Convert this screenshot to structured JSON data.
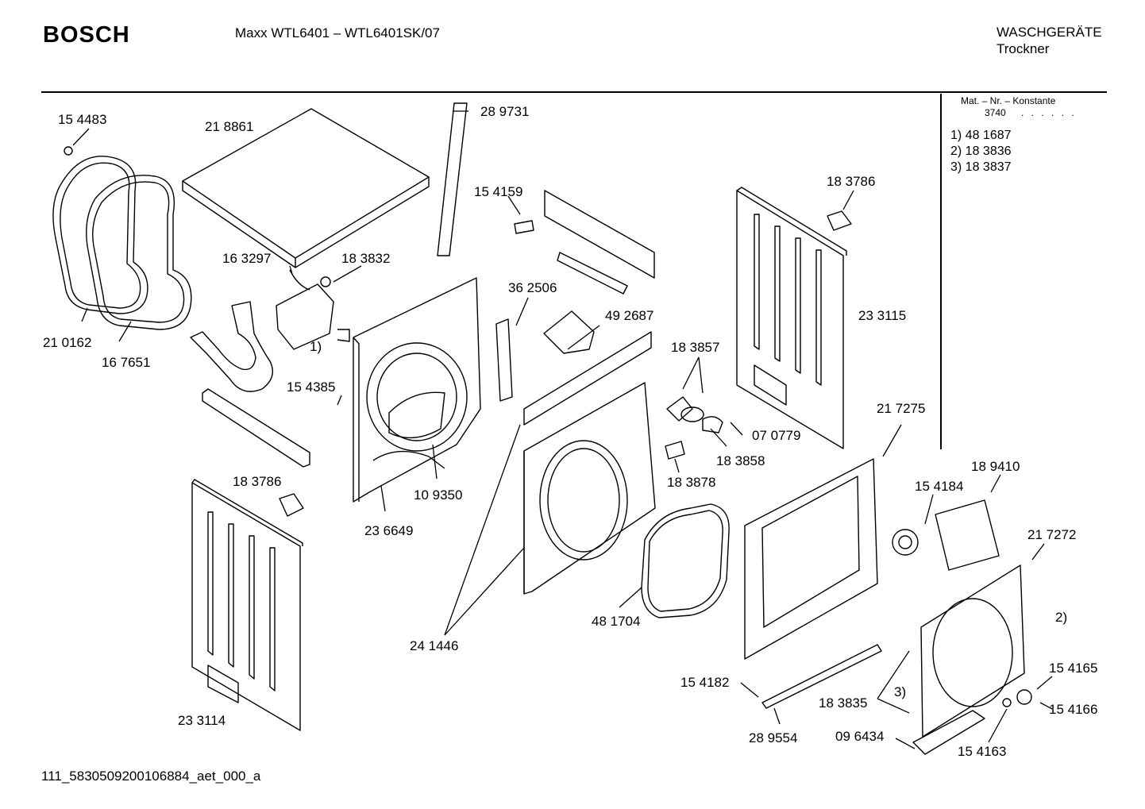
{
  "header": {
    "brand": "BOSCH",
    "model": "Maxx WTL6401 – WTL6401SK/07",
    "category_line1": "WASCHGERÄTE",
    "category_line2": "Trockner"
  },
  "info_box": {
    "title": "Mat. – Nr. – Konstante",
    "value": "3740",
    "dots": ". . . . . .",
    "variants": [
      "1)  48 1687",
      "2)  18 3836",
      "3)  18 3837"
    ]
  },
  "part_labels": {
    "p154483": "15 4483",
    "p218861": "21 8861",
    "p289731": "28 9731",
    "p154159": "15 4159",
    "p183786a": "18 3786",
    "p163297": "16 3297",
    "p183832": "18 3832",
    "p362506": "36 2506",
    "p492687": "49 2687",
    "p233115": "23 3115",
    "p210162": "21 0162",
    "p167651": "16 7651",
    "p183857": "18 3857",
    "p154385": "15 4385",
    "p070779": "07 0779",
    "p217275": "21 7275",
    "p183858": "18 3858",
    "p109350": "10 9350",
    "p183878": "18 3878",
    "p183786b": "18 3786",
    "p189410": "18 9410",
    "p154184": "15 4184",
    "p236649": "23 6649",
    "p217272": "21 7272",
    "p481704": "48 1704",
    "p241446": "24 1446",
    "p154165": "15 4165",
    "p154182": "15 4182",
    "p183835": "18 3835",
    "p154166": "15 4166",
    "p233114": "23 3114",
    "p289554": "28 9554",
    "p096434": "09 6434",
    "p154163": "15 4163"
  },
  "notes": {
    "n1": "1)",
    "n2": "2)",
    "n3": "3)"
  },
  "footer": "111_5830509200106884_aet_000_a"
}
